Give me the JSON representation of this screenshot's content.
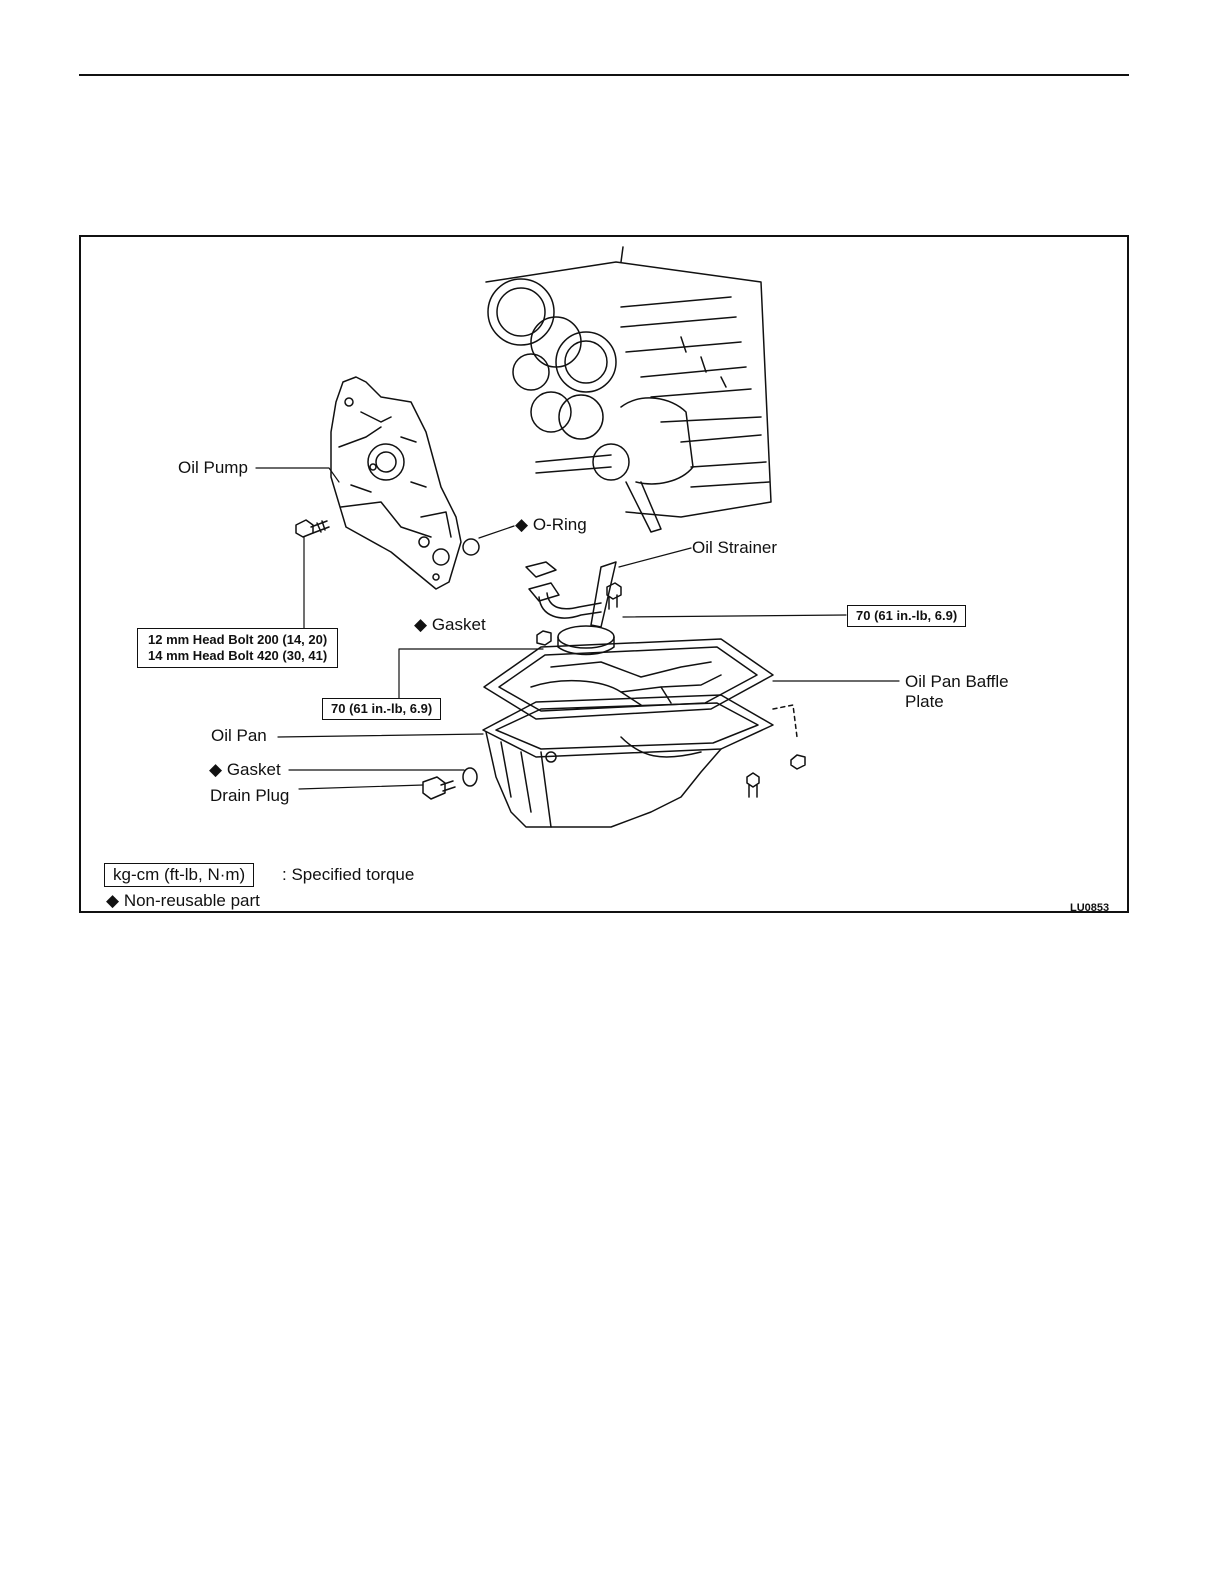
{
  "figure": {
    "labels": {
      "oil_pump": "Oil Pump",
      "o_ring": "O-Ring",
      "oil_strainer": "Oil Strainer",
      "gasket_strainer": "Gasket",
      "baffle_line1": "Oil Pan Baffle",
      "baffle_line2": "Plate",
      "oil_pan": "Oil Pan",
      "gasket_drain": "Gasket",
      "drain_plug": "Drain Plug"
    },
    "torques": {
      "head_bolt_12": "12 mm Head Bolt 200 (14, 20)",
      "head_bolt_14": "14 mm Head Bolt 420 (30, 41)",
      "strainer_bolt": "70 (61 in.-lb, 6.9)",
      "baffle_nut": "70 (61 in.-lb, 6.9)"
    },
    "legend": {
      "torque_unit": "kg-cm (ft-lb, N·m)",
      "torque_desc": ": Specified torque",
      "nonreusable": "Non-reusable part"
    },
    "code": "LU0853"
  },
  "icons": {
    "non_reusable_symbol": "diamond-icon"
  }
}
